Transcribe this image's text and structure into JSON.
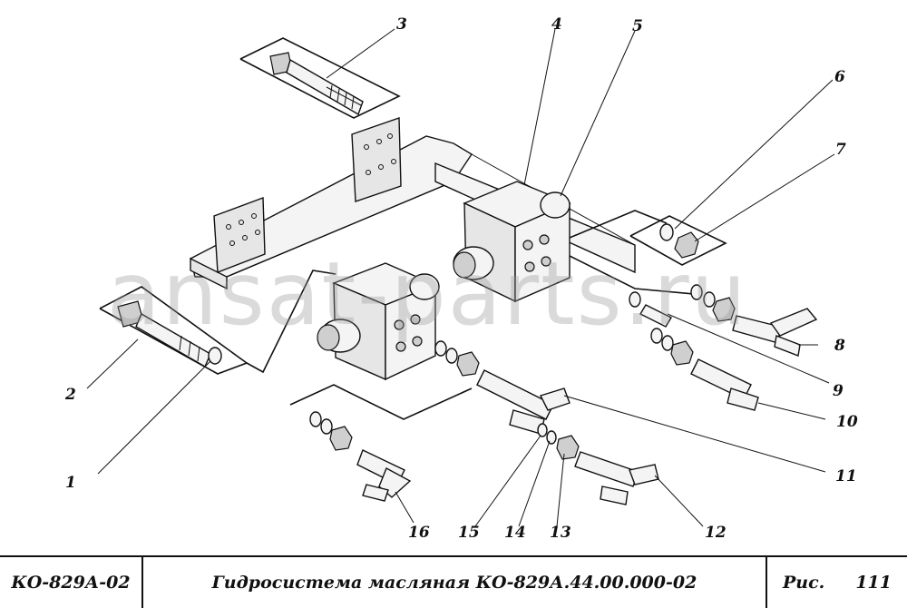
{
  "watermark": "ansat-parts.ru",
  "callouts": [
    "1",
    "2",
    "3",
    "4",
    "5",
    "6",
    "7",
    "8",
    "9",
    "10",
    "11",
    "12",
    "13",
    "14",
    "15",
    "16"
  ],
  "title_block": {
    "model_code": "КО-829А-02",
    "description": "Гидросистема масляная КО-829А.44.00.000-02",
    "figure_label": "Рис.",
    "figure_number": "111"
  }
}
